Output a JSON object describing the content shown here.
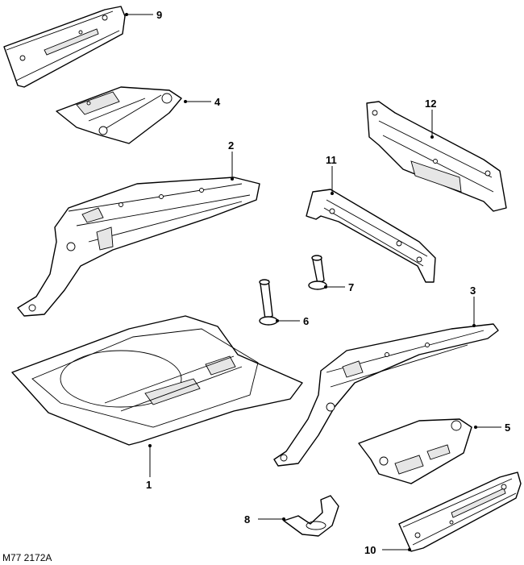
{
  "figure_reference": "M77 2172A",
  "callouts": [
    "1",
    "2",
    "3",
    "4",
    "5",
    "6",
    "7",
    "8",
    "9",
    "10",
    "11",
    "12"
  ]
}
